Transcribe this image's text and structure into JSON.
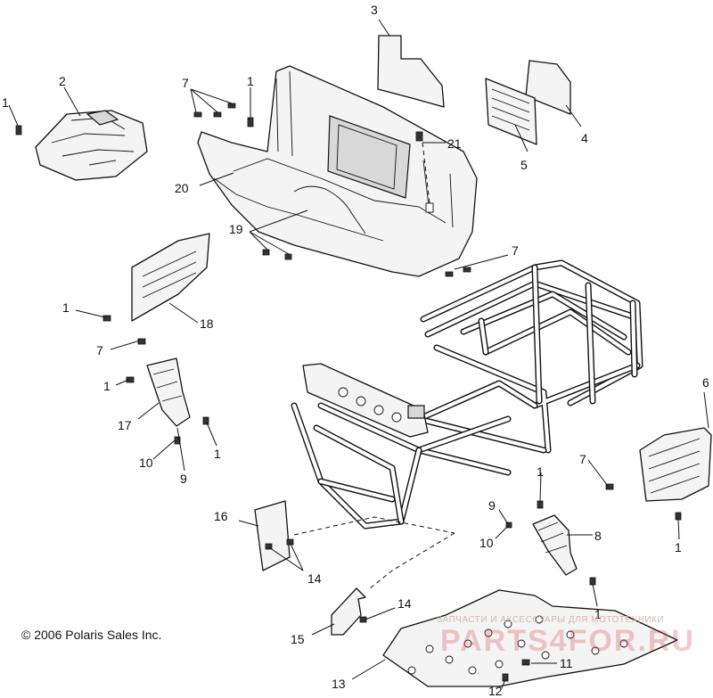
{
  "callouts": [
    {
      "id": "c1-a",
      "text": "1"
    },
    {
      "id": "c2",
      "text": "2"
    },
    {
      "id": "c3",
      "text": "3"
    },
    {
      "id": "c4",
      "text": "4"
    },
    {
      "id": "c5",
      "text": "5"
    },
    {
      "id": "c7-a",
      "text": "7"
    },
    {
      "id": "c1-b",
      "text": "1"
    },
    {
      "id": "c21",
      "text": "21"
    },
    {
      "id": "c20",
      "text": "20"
    },
    {
      "id": "c19",
      "text": "19"
    },
    {
      "id": "c7-b",
      "text": "7"
    },
    {
      "id": "c1-c",
      "text": "1"
    },
    {
      "id": "c18",
      "text": "18"
    },
    {
      "id": "c7-c",
      "text": "7"
    },
    {
      "id": "c1-d",
      "text": "1"
    },
    {
      "id": "c17",
      "text": "17"
    },
    {
      "id": "c10-a",
      "text": "10"
    },
    {
      "id": "c9-a",
      "text": "9"
    },
    {
      "id": "c1-e",
      "text": "1"
    },
    {
      "id": "c6",
      "text": "6"
    },
    {
      "id": "c7-d",
      "text": "7"
    },
    {
      "id": "c1-f",
      "text": "1"
    },
    {
      "id": "c9-b",
      "text": "9"
    },
    {
      "id": "c10-b",
      "text": "10"
    },
    {
      "id": "c8",
      "text": "8"
    },
    {
      "id": "c1-g",
      "text": "1"
    },
    {
      "id": "c1-h",
      "text": "1"
    },
    {
      "id": "c16",
      "text": "16"
    },
    {
      "id": "c14-a",
      "text": "14"
    },
    {
      "id": "c14-b",
      "text": "14"
    },
    {
      "id": "c15",
      "text": "15"
    },
    {
      "id": "c13",
      "text": "13"
    },
    {
      "id": "c11",
      "text": "11"
    },
    {
      "id": "c12",
      "text": "12"
    }
  ],
  "copyright": "© 2006 Polaris Sales Inc.",
  "watermark": {
    "small": "ЗАПЧАСТИ И АКСЕССУАРЫ ДЛЯ МОТОТЕХНИКИ",
    "big": "PARTS4FOR.RU"
  }
}
